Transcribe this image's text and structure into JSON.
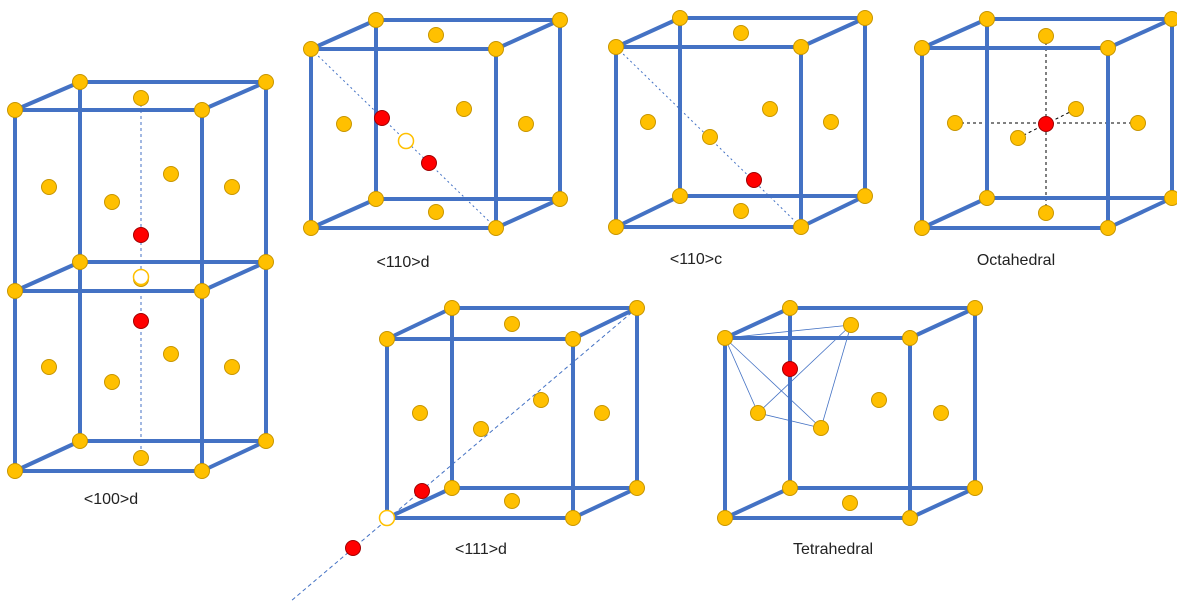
{
  "colors": {
    "edge": "#4472C4",
    "atom_fill": "#FFC000",
    "atom_stroke": "#C79500",
    "defect_fill": "#FF0000",
    "defect_stroke": "#A00000",
    "guide_blue": "#4472C4",
    "guide_black": "#000000"
  },
  "figures": [
    {
      "id": "dumbbell-100",
      "label": "<100>d"
    },
    {
      "id": "dumbbell-110",
      "label": "<110>d"
    },
    {
      "id": "crowdion-110",
      "label": "<110>c"
    },
    {
      "id": "octahedral",
      "label": "Octahedral"
    },
    {
      "id": "dumbbell-111",
      "label": "<111>d"
    },
    {
      "id": "tetrahedral",
      "label": "Tetrahedral"
    }
  ]
}
